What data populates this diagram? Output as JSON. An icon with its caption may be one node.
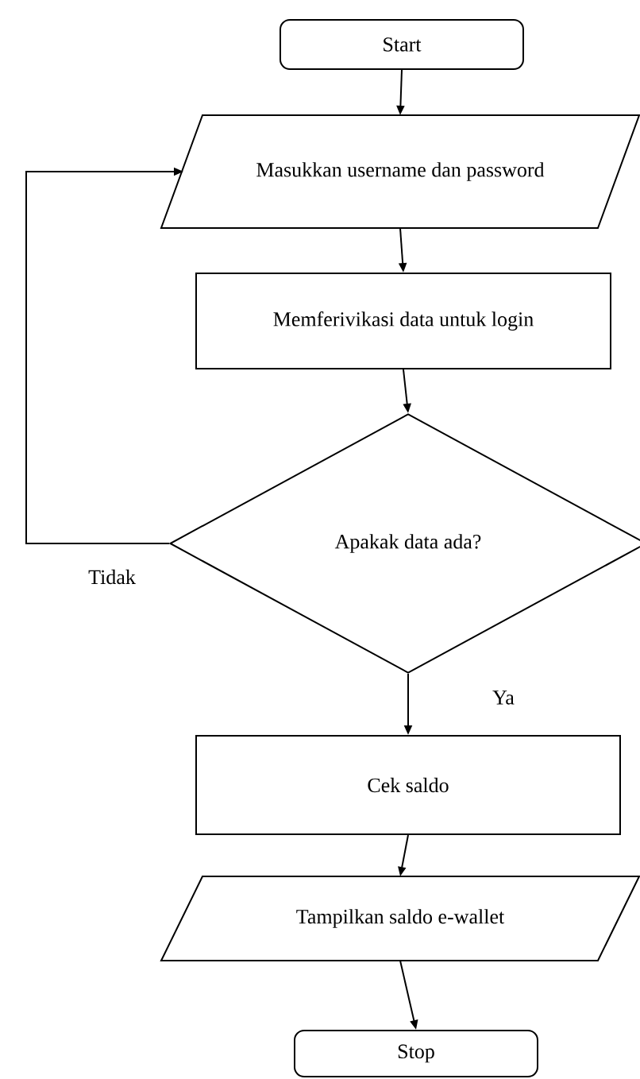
{
  "diagram": {
    "nodes": [
      {
        "text": [
          "Start"
        ]
      },
      {
        "text": [
          "Masukkan username dan password"
        ]
      },
      {
        "text": [
          "Memferivikasi data untuk login"
        ]
      },
      {
        "text": [
          "Apakak data ada?"
        ]
      },
      {
        "text": [
          "Cek saldo"
        ]
      },
      {
        "text": [
          "Tampilkan saldo e-wallet"
        ]
      },
      {
        "text": [
          "Stop"
        ]
      }
    ],
    "edges": [
      {
        "from": 0,
        "to": 1,
        "arrow": "to"
      },
      {
        "from": 1,
        "to": 2,
        "arrow": "to"
      },
      {
        "from": 2,
        "to": 3,
        "arrow": "to"
      },
      {
        "from": 3,
        "to": 4,
        "arrow": "to",
        "label": "Ya"
      },
      {
        "from": 3,
        "to": 1,
        "arrow": "to",
        "label": "Tidak"
      },
      {
        "from": 4,
        "to": 5,
        "arrow": "to"
      },
      {
        "from": 5,
        "to": 6,
        "arrow": "to"
      }
    ]
  }
}
